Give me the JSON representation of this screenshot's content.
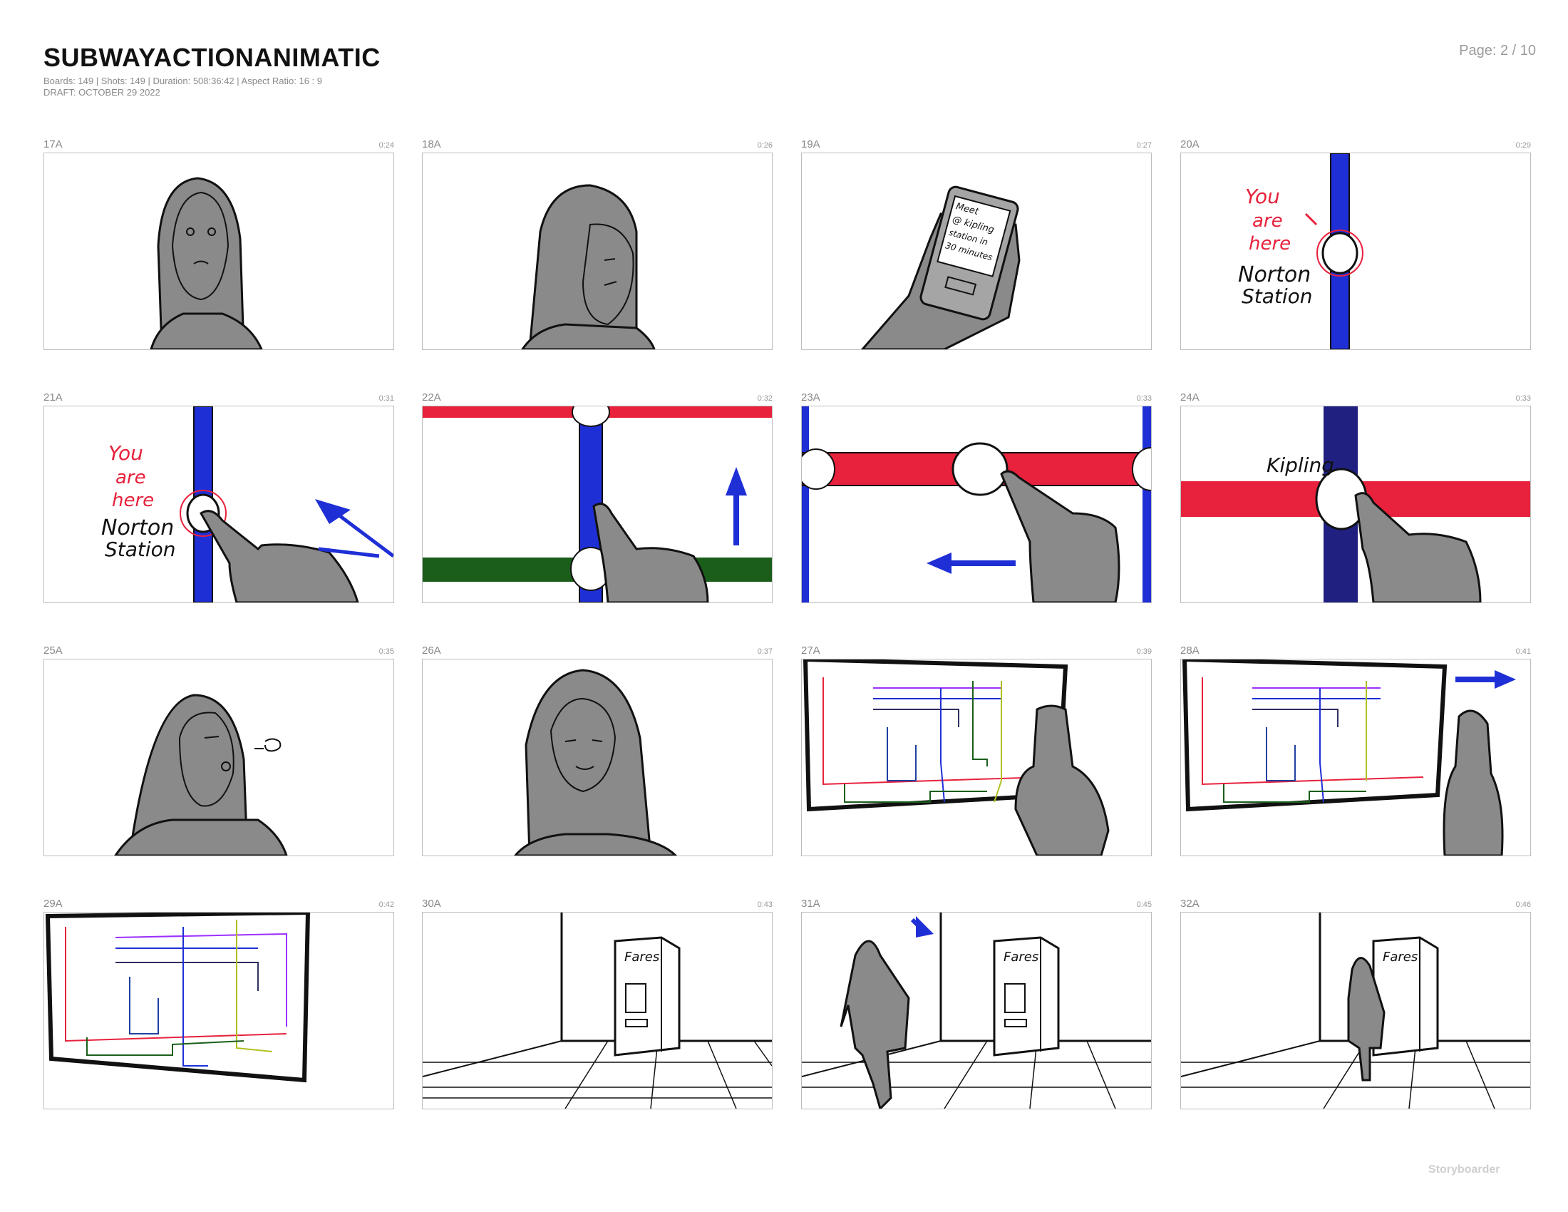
{
  "header": {
    "title": "SUBWAYACTIONANIMATIC",
    "meta_line1": "Boards: 149  |  Shots: 149  |  Duration: 508:36:42  |  Aspect Ratio: 16 : 9",
    "meta_line2": "DRAFT: OCTOBER 29 2022",
    "page": "Page: 2 / 10"
  },
  "panels": [
    {
      "shot": "17A",
      "time": "0:24"
    },
    {
      "shot": "18A",
      "time": "0:26"
    },
    {
      "shot": "19A",
      "time": "0:27",
      "text": [
        "Meet",
        "@ kipling",
        "station in",
        "30 minutes"
      ]
    },
    {
      "shot": "20A",
      "time": "0:29",
      "text": [
        "You",
        "are",
        "here",
        "Norton",
        "Station"
      ]
    },
    {
      "shot": "21A",
      "time": "0:31",
      "text": [
        "You",
        "are",
        "here",
        "Norton",
        "Station"
      ]
    },
    {
      "shot": "22A",
      "time": "0:32"
    },
    {
      "shot": "23A",
      "time": "0:33"
    },
    {
      "shot": "24A",
      "time": "0:33",
      "text": [
        "Kipling"
      ]
    },
    {
      "shot": "25A",
      "time": "0:35"
    },
    {
      "shot": "26A",
      "time": "0:37"
    },
    {
      "shot": "27A",
      "time": "0:39"
    },
    {
      "shot": "28A",
      "time": "0:41"
    },
    {
      "shot": "29A",
      "time": "0:42"
    },
    {
      "shot": "30A",
      "time": "0:43",
      "text": [
        "Fares"
      ]
    },
    {
      "shot": "31A",
      "time": "0:45",
      "text": [
        "Fares"
      ]
    },
    {
      "shot": "32A",
      "time": "0:46",
      "text": [
        "Fares"
      ]
    }
  ],
  "footer": {
    "brand": "Storyboarder"
  },
  "colors": {
    "line_red": "#e8213c",
    "line_blue": "#1f2fd6",
    "line_green": "#1a5e1a",
    "figure": "#8a8a8a",
    "ink": "#111111"
  }
}
